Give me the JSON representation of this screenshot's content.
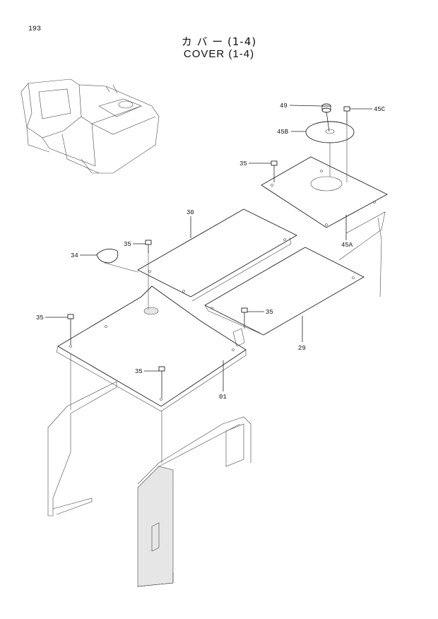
{
  "page_number": "193",
  "title_jp": "カ バ ー  (1-4)",
  "title_en": "COVER (1-4)",
  "callouts": {
    "c49": "49",
    "c45C": "45C",
    "c45B": "45B",
    "c35a": "35",
    "c45A": "45A",
    "c30": "30",
    "c35b": "35",
    "c34": "34",
    "c35c": "35",
    "c35d": "35",
    "c29": "29",
    "c35e": "35",
    "c01": "01"
  }
}
